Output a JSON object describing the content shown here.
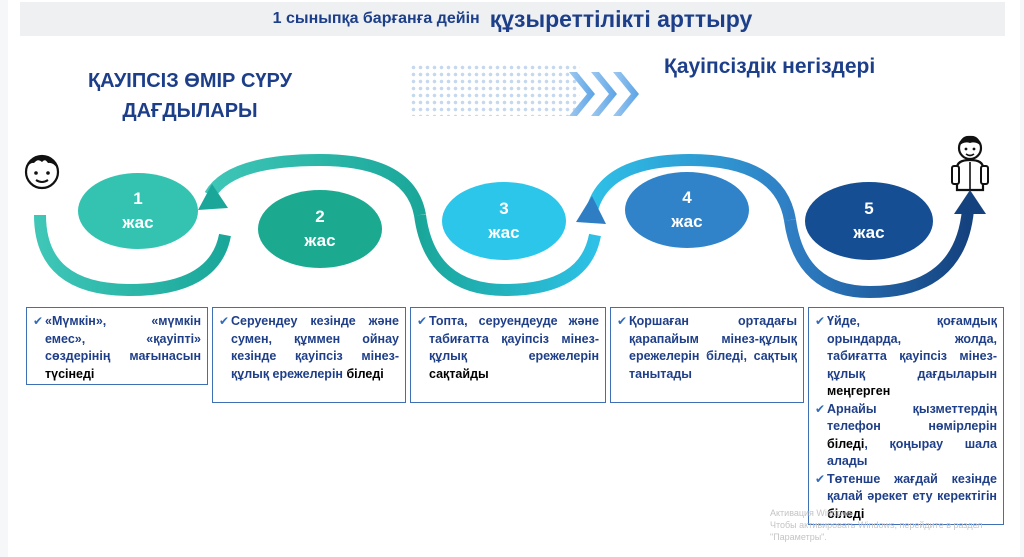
{
  "header": {
    "title_small": "1 сыныпқа барғанға дейін",
    "title_big": "құзыреттілікті арттыру"
  },
  "left_heading": {
    "line1": "ҚАУІПСІЗ ӨМІР СҮРУ",
    "line2": "ДАҒДЫЛАРЫ"
  },
  "right_heading": "Қауіпсіздік негіздері",
  "stages": [
    {
      "num": "1",
      "label": "жас",
      "color": "#2fbfae"
    },
    {
      "num": "2",
      "label": "жас",
      "color": "#19a78f"
    },
    {
      "num": "3",
      "label": "жас",
      "color": "#27c3e8"
    },
    {
      "num": "4",
      "label": "жас",
      "color": "#2f7ec4"
    },
    {
      "num": "5",
      "label": "жас",
      "color": "#144b8e"
    }
  ],
  "boxes": [
    {
      "text": "«Мүмкін», «мүмкін емес», «қауіпті» сөздерінің мағынасын",
      "emphasis": "түсінеді"
    },
    {
      "text": "Серуендеу кезінде және сумен, құммен ойнау кезінде қауіпсіз мінез-құлық ережелерін",
      "emphasis": "біледі"
    },
    {
      "text": "Топта, серуендеуде және табиғатта қауіпсіз мінез-құлық ережелерін",
      "emphasis": "сақтайды"
    },
    {
      "text": "Қоршаған ортадағы қарапайым мінез-құлық ережелерін біледі, сақтық танытады",
      "emphasis": ""
    }
  ],
  "box5": [
    {
      "text": "Үйде, қоғамдық орындарда, жолда, табиғатта қауіпсіз мінез-құлық дағдыларын",
      "emphasis": "меңгерген"
    },
    {
      "text": "Арнайы қызметтердің телефон нөмірлерін",
      "emphasis": "біледі",
      "rest": ", қоңырау шала алады"
    },
    {
      "text": "Төтенше жағдай кезінде қалай әрекет ету керектігін",
      "emphasis": "біледі"
    }
  ],
  "watermark": {
    "line1": "Активация Windows",
    "line2": "Чтобы активировать Windows, перейдите в раздел \"Параметры\"."
  },
  "colors": {
    "title": "#1d3f8a",
    "box_border": "#3f6fb5",
    "arrow_teal": "#21b3a8",
    "arrow_blue": "#2f7ec4",
    "arrow_dark": "#14427f"
  }
}
